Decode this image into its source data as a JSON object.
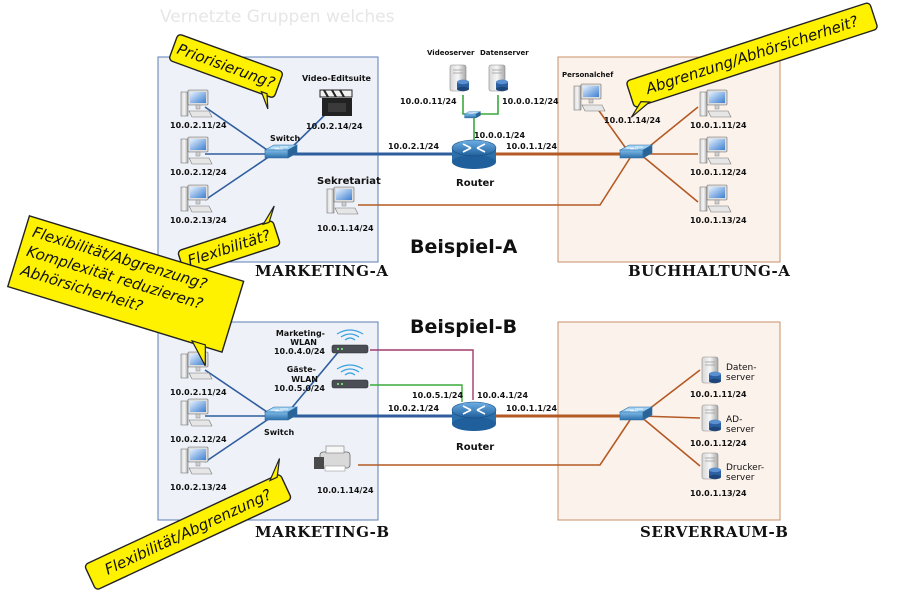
{
  "faint_title": "Vernetzte Gruppen welches",
  "top": {
    "heading": "Beispiel-A",
    "left_zone": "MARKETING-A",
    "right_zone": "BUCHHALTUNG-A",
    "pcs_left": [
      "10.0.2.11/24",
      "10.0.2.12/24",
      "10.0.2.13/24"
    ],
    "switch_left": "Switch",
    "video_edit_label": "Video-Editsuite",
    "video_edit_ip": "10.0.2.14/24",
    "sekretariat_label": "Sekretariat",
    "sekretariat_ip": "10.0.1.14/24",
    "videoserver_label": "Videoserver",
    "videoserver_ip": "10.0.0.11/24",
    "datenserver_label": "Datenserver",
    "datenserver_ip": "10.0.0.12/24",
    "router_label": "Router",
    "router_ip_top": "10.0.0.1/24",
    "router_ip_left": "10.0.2.1/24",
    "router_ip_right": "10.0.1.1/24",
    "personalchef_label": "Personalchef",
    "personalchef_ip": "10.0.1.14/24",
    "pcs_right": [
      "10.0.1.11/24",
      "10.0.1.12/24",
      "10.0.1.13/24"
    ]
  },
  "bottom": {
    "heading": "Beispiel-B",
    "left_zone": "MARKETING-B",
    "right_zone": "SERVERRAUM-B",
    "pcs_left": [
      "10.0.2.11/24",
      "10.0.2.12/24",
      "10.0.2.13/24"
    ],
    "switch_left": "Switch",
    "wlan_marketing": [
      "Marketing-",
      "WLAN",
      "10.0.4.0/24"
    ],
    "wlan_gaeste": [
      "Gäste-",
      "WLAN",
      "10.0.5.0/24"
    ],
    "printer_ip": "10.0.1.14/24",
    "router_label": "Router",
    "router_ip_a": "10.0.5.1/24",
    "router_ip_b": "10.0.4.1/24",
    "router_ip_left": "10.0.2.1/24",
    "router_ip_right": "10.0.1.1/24",
    "servers": [
      {
        "name": [
          "Daten-",
          "server"
        ],
        "ip": "10.0.1.11/24"
      },
      {
        "name": [
          "AD-",
          "server"
        ],
        "ip": "10.0.1.12/24"
      },
      {
        "name": [
          "Drucker-",
          "server"
        ],
        "ip": "10.0.1.13/24"
      }
    ]
  },
  "notes": {
    "priorisierung": "Priorisierung?",
    "abgrenzung_abhoer": "Abgrenzung/Abhörsicherheit?",
    "flexibilitaet": "Flexibilität?",
    "multi": [
      "Flexibilität/Abgrenzung?",
      "Komplexität reduzieren?",
      "Abhörsicherheit?"
    ],
    "flex_abgrenzung": "Flexibilität/Abgrenzung?"
  },
  "colors": {
    "blue_zone": "#eef2f8",
    "orange_zone": "#fcf2ec",
    "link_blue": "#2f5d9e",
    "link_orange": "#b45a24",
    "link_green": "#3aaa3a",
    "link_pink": "#a33a6a",
    "note_yellow": "#fff200"
  }
}
